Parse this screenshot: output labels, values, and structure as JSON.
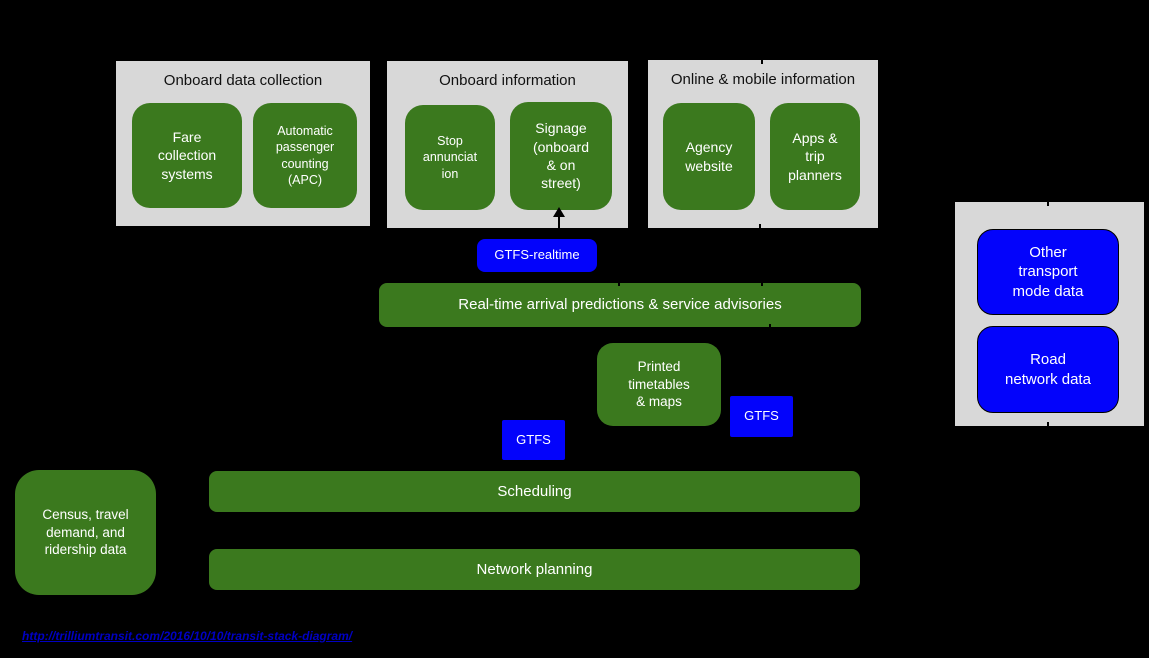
{
  "diagram": {
    "colors": {
      "background": "#000000",
      "panel": "#d8d8d8",
      "green": "#3b791e",
      "blue": "#0303fb",
      "link_blue": "#0000c4",
      "node_text": "#ffffff",
      "title_text": "#111111"
    },
    "panels": {
      "onboard_data_collection": {
        "title": "Onboard data collection"
      },
      "onboard_information": {
        "title": "Onboard information"
      },
      "online_mobile_information": {
        "title": "Online & mobile information"
      },
      "external_data": {
        "title": ""
      }
    },
    "nodes": {
      "fare_collection": {
        "label": "Fare\ncollection\nsystems"
      },
      "apc": {
        "label": "Automatic\npassenger\ncounting\n(APC)"
      },
      "stop_annunciation": {
        "label": "Stop\nannunciat\nion"
      },
      "signage": {
        "label": "Signage\n(onboard\n& on\nstreet)"
      },
      "agency_website": {
        "label": "Agency\nwebsite"
      },
      "apps_trip_planners": {
        "label": "Apps &\ntrip\nplanners"
      },
      "gtfs_realtime": {
        "label": "GTFS-realtime"
      },
      "realtime_arrivals": {
        "label": "Real-time arrival predictions & service advisories"
      },
      "printed_timetables": {
        "label": "Printed\ntimetables\n& maps"
      },
      "gtfs_left": {
        "label": "GTFS"
      },
      "gtfs_right": {
        "label": "GTFS"
      },
      "scheduling": {
        "label": "Scheduling"
      },
      "network_planning": {
        "label": "Network planning"
      },
      "census": {
        "label": "Census, travel\ndemand, and\nridership data"
      },
      "other_transport": {
        "label": "Other\ntransport\nmode data"
      },
      "road_network": {
        "label": "Road\nnetwork data"
      }
    },
    "source_link": {
      "text": "http://trilliumtransit.com/2016/10/10/transit-stack-diagram/"
    }
  }
}
